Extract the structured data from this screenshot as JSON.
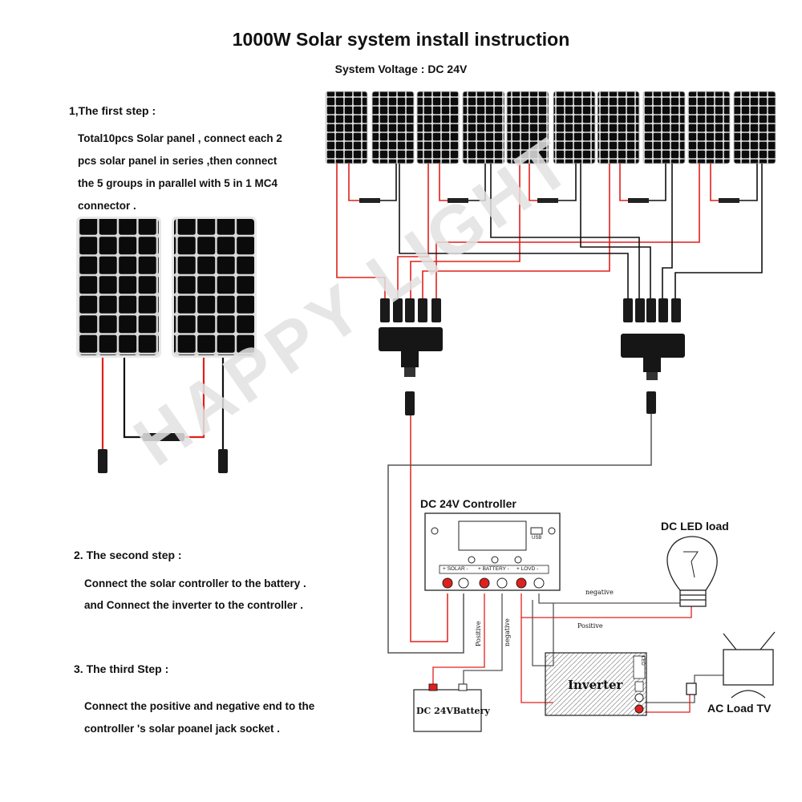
{
  "title": "1000W Solar system install instruction",
  "subtitle": "System Voltage : DC 24V",
  "steps": [
    {
      "heading": "1,The first step :",
      "lines": [
        "Total10pcs Solar panel , connect each 2",
        "pcs solar panel in series ,then connect",
        "the 5 groups in parallel with 5 in 1 MC4",
        "connector ."
      ]
    },
    {
      "heading": "2. The second step :",
      "lines": [
        "Connect the solar controller to the battery .",
        "and Connect the inverter to the controller ."
      ]
    },
    {
      "heading": "3. The third Step :",
      "lines": [
        "Connect  the positive and negative end to the",
        "controller 's solar poanel jack socket ."
      ]
    }
  ],
  "controller": {
    "label": "DC 24V Controller",
    "usb": "USB",
    "terminals": [
      "+ SOLAR -",
      "+ BATTERY -",
      "+ LOVD -"
    ]
  },
  "battery": {
    "label": "DC 24VBattery"
  },
  "inverter": {
    "label": "Inverter",
    "led": "LED"
  },
  "dc_load": {
    "label": "DC LED load"
  },
  "ac_load": {
    "label": "AC Load TV"
  },
  "wire_labels": {
    "positive": "Positive",
    "negative": "negative"
  },
  "watermark": "HAPPY LIGHT",
  "panel_count": 10,
  "colors": {
    "positive_wire": "#e0201c",
    "negative_wire": "#111111",
    "panel_cell": "#101010",
    "panel_frame": "#d9d9d9"
  }
}
